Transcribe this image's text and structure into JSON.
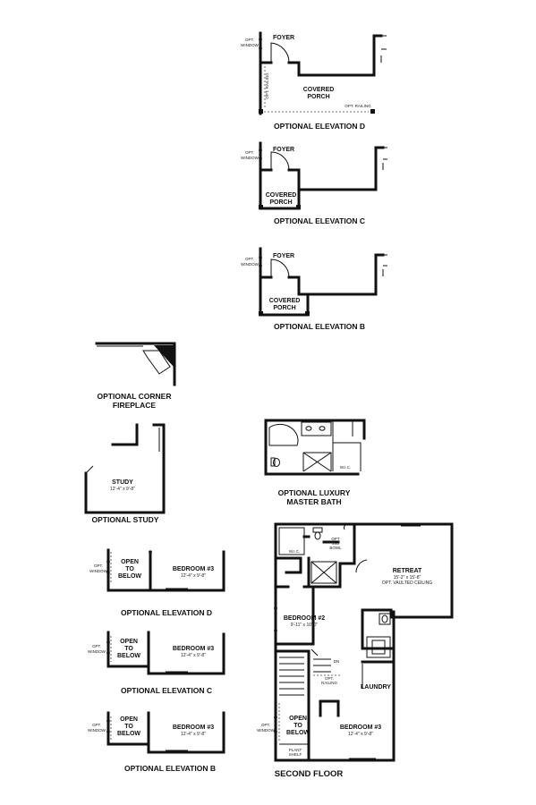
{
  "elevation_d_top": {
    "title": "OPTIONAL ELEVATION D",
    "foyer": "FOYER",
    "opt_window_1": "OPT.",
    "opt_window_2": "WINDOW",
    "porch_1": "COVERED",
    "porch_2": "PORCH",
    "railing_left": "OPT. RAILING",
    "railing_right": "OPT. RAILING"
  },
  "elevation_c_top": {
    "title": "OPTIONAL ELEVATION C",
    "foyer": "FOYER",
    "opt_window_1": "OPT.",
    "opt_window_2": "WINDOW",
    "porch_1": "COVERED",
    "porch_2": "PORCH"
  },
  "elevation_b_top": {
    "title": "OPTIONAL ELEVATION B",
    "foyer": "FOYER",
    "opt_window_1": "OPT.",
    "opt_window_2": "WINDOW",
    "porch_1": "COVERED",
    "porch_2": "PORCH"
  },
  "fireplace": {
    "title_1": "OPTIONAL CORNER",
    "title_2": "FIREPLACE"
  },
  "study": {
    "room": "STUDY",
    "size": "12'-4\" x 9'-8\"",
    "title": "OPTIONAL STUDY"
  },
  "luxury_bath": {
    "wic": "W.I.C.",
    "title_1": "OPTIONAL LUXURY",
    "title_2": "MASTER BATH"
  },
  "elevation_d_bottom": {
    "title": "OPTIONAL ELEVATION D",
    "opt_window_1": "OPT.",
    "opt_window_2": "WINDOW",
    "open_1": "OPEN",
    "open_2": "TO",
    "open_3": "BELOW",
    "bedroom": "BEDROOM #3",
    "size": "12'-4\" x 9'-8\""
  },
  "elevation_c_bottom": {
    "title": "OPTIONAL ELEVATION C",
    "opt_window_1": "OPT.",
    "opt_window_2": "WINDOW",
    "open_1": "OPEN",
    "open_2": "TO",
    "open_3": "BELOW",
    "bedroom": "BEDROOM #3",
    "size": "12'-4\" x 9'-8\""
  },
  "elevation_b_bottom": {
    "title": "OPTIONAL ELEVATION B",
    "opt_window_1": "OPT.",
    "opt_window_2": "WINDOW",
    "open_1": "OPEN",
    "open_2": "TO",
    "open_3": "BELOW",
    "bedroom": "BEDROOM #3",
    "size": "12'-4\" x 9'-8\""
  },
  "second_floor": {
    "title": "SECOND FLOOR",
    "wic": "W.I.C.",
    "opt_bowl_1": "OPT",
    "opt_bowl_2": "2nd",
    "opt_bowl_3": "BOWL",
    "retreat": "RETREAT",
    "retreat_size": "15'-2\" x 15'-8\"",
    "retreat_note": "OPT. VAULTED CEILING",
    "bedroom2": "BEDROOM #2",
    "bedroom2_size": "9'-11\" x 10'-0\"",
    "dn": "DN",
    "opt_railing_1": "OPT.",
    "opt_railing_2": "RAILING",
    "laundry": "LAUNDRY",
    "opt_window_1": "OPT.",
    "opt_window_2": "WINDOW",
    "open_1": "OPEN",
    "open_2": "TO",
    "open_3": "BELOW",
    "plant_1": "PLANT",
    "plant_2": "SHELF",
    "bedroom3": "BEDROOM #3",
    "bedroom3_size": "12'-4\" x 9'-8\""
  }
}
